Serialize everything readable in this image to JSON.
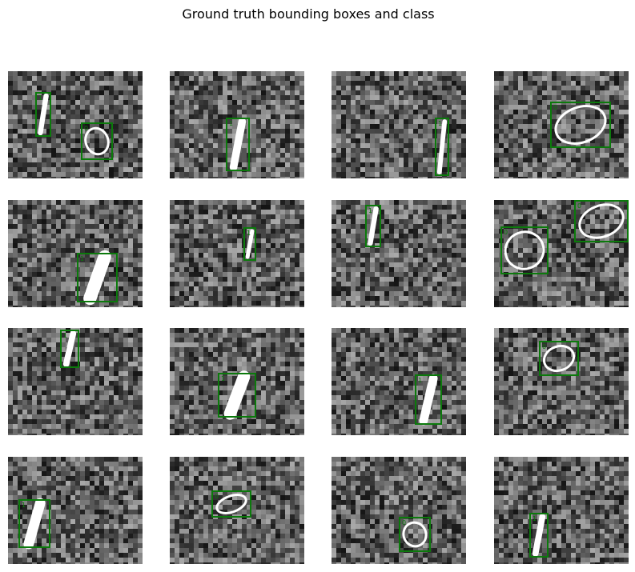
{
  "figure": {
    "title": "Ground truth bounding boxes and class",
    "box_color": "#0b7a0b",
    "digit_color": "#ffffff",
    "rows": 4,
    "cols": 4
  },
  "panels": [
    {
      "id": "p0",
      "objects": [
        {
          "class": "1",
          "shape": "stroke"
        },
        {
          "class": "0",
          "shape": "ring"
        }
      ]
    },
    {
      "id": "p1",
      "objects": [
        {
          "class": "1",
          "shape": "stroke"
        }
      ]
    },
    {
      "id": "p2",
      "objects": [
        {
          "class": "1",
          "shape": "stroke"
        }
      ]
    },
    {
      "id": "p3",
      "objects": [
        {
          "class": "0",
          "shape": "ring"
        }
      ]
    },
    {
      "id": "p4",
      "objects": [
        {
          "class": "1",
          "shape": "stroke"
        }
      ]
    },
    {
      "id": "p5",
      "objects": [
        {
          "class": "1",
          "shape": "stroke"
        }
      ]
    },
    {
      "id": "p6",
      "objects": [
        {
          "class": "1",
          "shape": "stroke"
        }
      ]
    },
    {
      "id": "p7",
      "objects": [
        {
          "class": "0",
          "shape": "ring"
        },
        {
          "class": "0",
          "shape": "ring"
        }
      ]
    },
    {
      "id": "p8",
      "objects": [
        {
          "class": "1",
          "shape": "stroke"
        }
      ]
    },
    {
      "id": "p9",
      "objects": [
        {
          "class": "1",
          "shape": "stroke"
        }
      ]
    },
    {
      "id": "p10",
      "objects": [
        {
          "class": "1",
          "shape": "stroke"
        }
      ]
    },
    {
      "id": "p11",
      "objects": [
        {
          "class": "0",
          "shape": "ring"
        }
      ]
    },
    {
      "id": "p12",
      "objects": [
        {
          "class": "1",
          "shape": "stroke"
        }
      ]
    },
    {
      "id": "p13",
      "objects": [
        {
          "class": "0",
          "shape": "ring"
        }
      ]
    },
    {
      "id": "p14",
      "objects": [
        {
          "class": "0",
          "shape": "ring"
        }
      ]
    },
    {
      "id": "p15",
      "objects": [
        {
          "class": "1",
          "shape": "stroke"
        }
      ]
    }
  ]
}
